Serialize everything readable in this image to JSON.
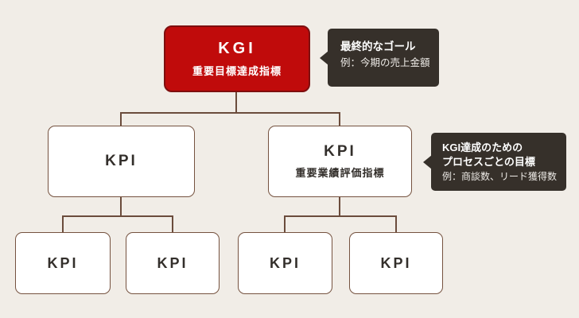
{
  "diagram": {
    "root": {
      "label": "KGI",
      "sublabel": "重要目標達成指標"
    },
    "mid": [
      {
        "label": "KPI"
      },
      {
        "label": "KPI",
        "sublabel": "重要業績評価指標"
      }
    ],
    "leaves": [
      {
        "label": "KPI"
      },
      {
        "label": "KPI"
      },
      {
        "label": "KPI"
      },
      {
        "label": "KPI"
      }
    ],
    "callouts": [
      {
        "lines": [
          "最終的なゴール"
        ],
        "example": "例：今期の売上金額"
      },
      {
        "lines": [
          "KGI達成のための",
          "プロセスごとの目標"
        ],
        "example": "例：商談数、リード獲得数"
      }
    ]
  },
  "colors": {
    "background": "#f1ede7",
    "kgi_fill": "#c00b0b",
    "kgi_border": "#7e0f0f",
    "box_fill": "#ffffff",
    "box_border": "#75523f",
    "connector": "#6b4c3c",
    "callout_bg": "#36302a",
    "text_dark": "#332f2b",
    "text_light": "#ffffff"
  }
}
